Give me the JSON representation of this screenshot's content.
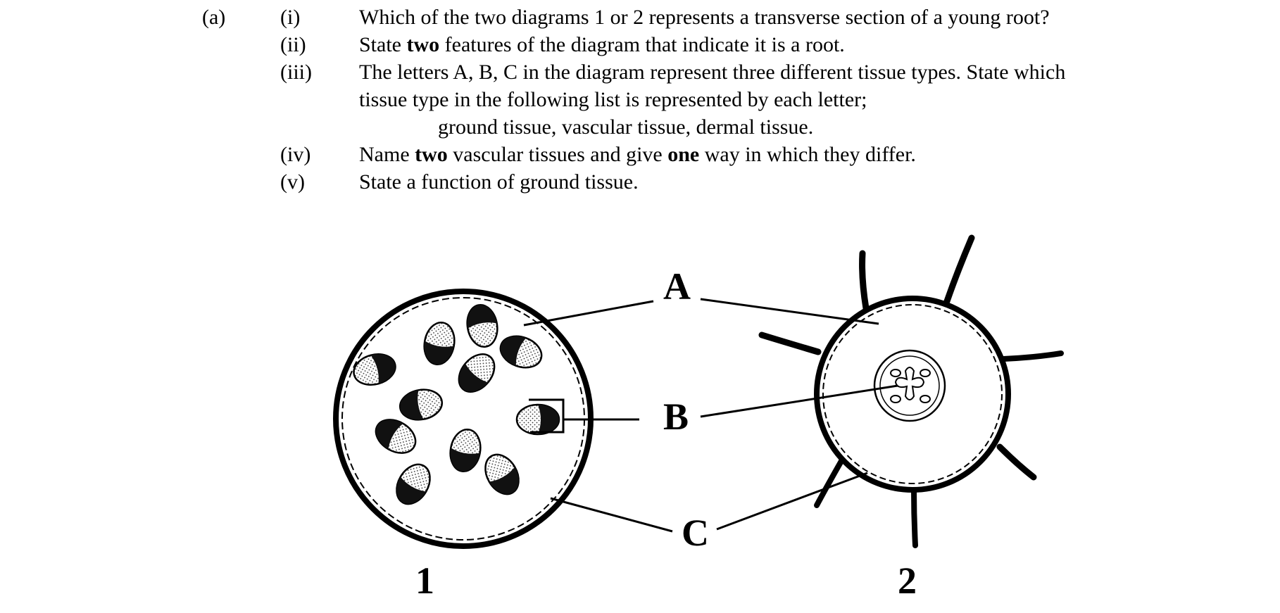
{
  "part_label": "(a)",
  "questions": [
    {
      "num": "(i)",
      "lines": [
        [
          "Which of the two diagrams 1 or 2 represents a transverse section of a young root?"
        ]
      ]
    },
    {
      "num": "(ii)",
      "text_a": "State ",
      "bold_a": "two",
      "text_b": " features of the diagram that indicate it is a root."
    },
    {
      "num": "(iii)",
      "line1": "The letters A, B, C in the diagram represent three different tissue types. State which",
      "line2": "tissue type in the following list is represented by each letter;",
      "line3": "ground tissue, vascular tissue, dermal tissue."
    },
    {
      "num": "(iv)",
      "text_a": "Name ",
      "bold_a": "two",
      "text_b": " vascular tissues and give ",
      "bold_b": "one",
      "text_c": " way in which they differ."
    },
    {
      "num": "(v)",
      "text_a": "State a function of ground tissue."
    }
  ],
  "figure": {
    "labels": {
      "a": "A",
      "b": "B",
      "c": "C"
    },
    "diagram_numbers": {
      "one": "1",
      "two": "2"
    }
  }
}
